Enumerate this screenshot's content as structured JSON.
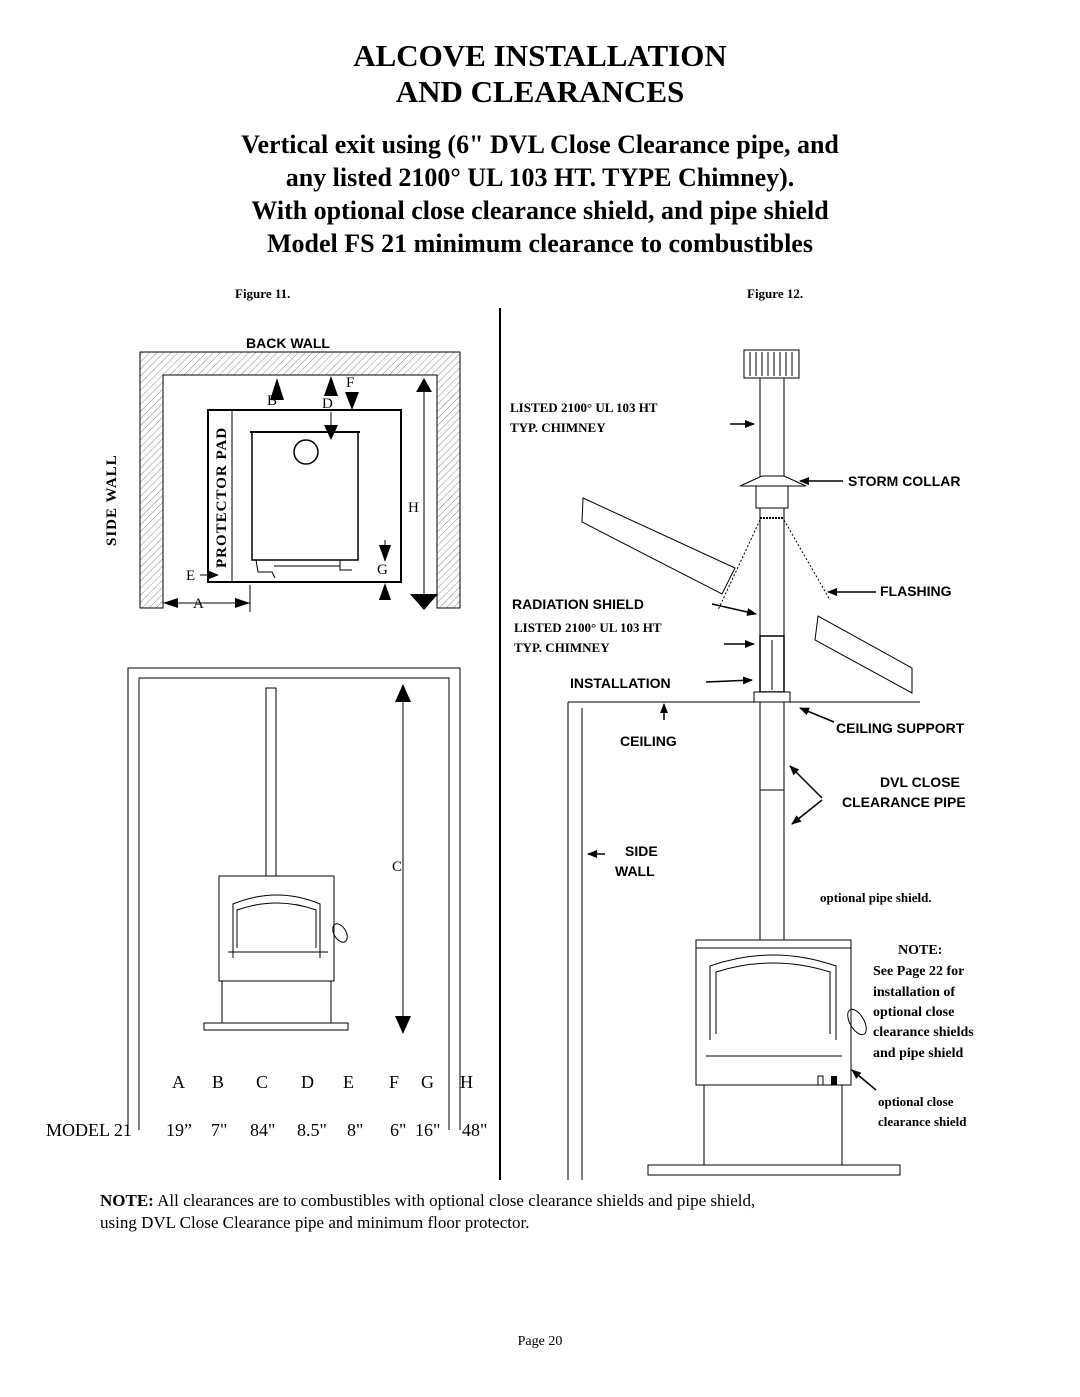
{
  "header": {
    "title_line1": "ALCOVE INSTALLATION",
    "title_line2": "AND CLEARANCES",
    "sub_line1": "Vertical exit using (6\" DVL Close Clearance pipe, and",
    "sub_line2": "any listed 2100° UL 103 HT. TYPE Chimney).",
    "sub_line3": "With optional close clearance shield, and  pipe shield",
    "sub_line4": "Model FS 21 minimum clearance to combustibles"
  },
  "figure11": {
    "caption": "Figure 11.",
    "back_wall": "BACK WALL",
    "side_wall": "SIDE WALL",
    "protector_pad": "PROTECTOR PAD",
    "dims": {
      "a": "A",
      "b": "B",
      "c": "C",
      "d": "D",
      "e": "E",
      "f": "F",
      "g": "G",
      "h": "H"
    }
  },
  "figure12": {
    "caption": "Figure 12.",
    "chimney_top_1": "LISTED 2100° UL 103 HT",
    "chimney_top_2": "TYP. CHIMNEY",
    "storm_collar": "STORM COLLAR",
    "flashing": "FLASHING",
    "radiation_shield": "RADIATION  SHIELD",
    "chimney_low_1": "LISTED 2100° UL 103 HT",
    "chimney_low_2": "TYP. CHIMNEY",
    "installation": "INSTALLATION",
    "ceiling": "CEILING",
    "ceiling_support": "CEILING SUPPORT",
    "dvl_1": "DVL CLOSE",
    "dvl_2": "CLEARANCE PIPE",
    "side_1": "SIDE",
    "side_2": "WALL",
    "pipe_shield": "optional pipe shield.",
    "note_title": "NOTE:",
    "note_l1": "See Page 22 for",
    "note_l2": "installation of",
    "note_l3": "optional close",
    "note_l4": "clearance shields",
    "note_l5": "and pipe shield",
    "close_shield_1": "optional close",
    "close_shield_2": "clearance shield"
  },
  "clearance_table": {
    "headers": [
      "A",
      "B",
      "C",
      "D",
      "E",
      "F",
      "G",
      "H"
    ],
    "model": "MODEL 21",
    "values": [
      "19”",
      "7\"",
      "84\"",
      "8.5\"",
      "8\"",
      "6\"",
      "16\"",
      "48\""
    ]
  },
  "footer_note": {
    "label": "NOTE:",
    "line1": "All clearances are to combustibles with optional close clearance shields and pipe shield,",
    "line2": "using DVL Close Clearance pipe and minimum floor protector."
  },
  "page_number": "Page 20"
}
